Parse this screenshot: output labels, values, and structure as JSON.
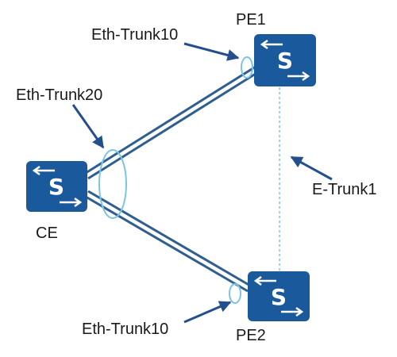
{
  "devices": {
    "pe1": {
      "label": "PE1",
      "icon": "switch-icon",
      "glyph": "S"
    },
    "pe2": {
      "label": "PE2",
      "icon": "switch-icon",
      "glyph": "S"
    },
    "ce": {
      "label": "CE",
      "icon": "switch-icon",
      "glyph": "S"
    }
  },
  "links": {
    "ce_pe1": "Eth-Trunk10",
    "ce_pe2": "Eth-Trunk10",
    "ce_bundle": "Eth-Trunk20",
    "pe1_pe2": "E-Trunk1"
  },
  "colors": {
    "switch_fill": "#1a5a9c",
    "link_stroke": "#2f5e8f",
    "trunk_ring": "#7cc4e4",
    "etrunk_dash": "#7fc6e0",
    "arrow": "#234f8c",
    "text": "#1a1a1a"
  }
}
